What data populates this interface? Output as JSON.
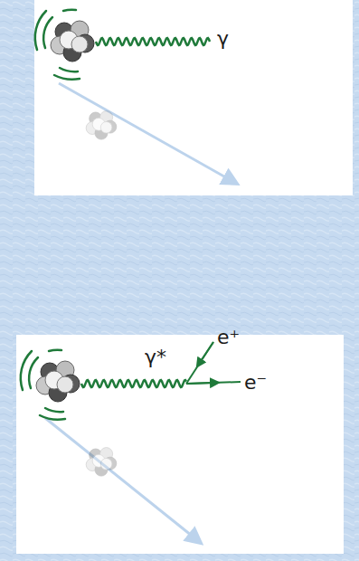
{
  "diagram": {
    "labels": [
      "γ",
      "γ*",
      "e⁺",
      "e⁻"
    ]
  }
}
